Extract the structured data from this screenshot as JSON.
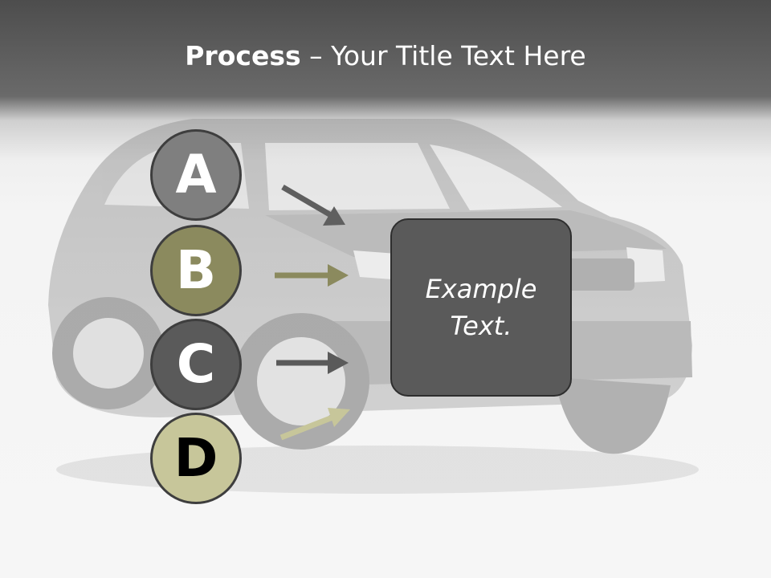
{
  "title": {
    "bold": "Process",
    "rest": " – Your Title Text Here"
  },
  "steps": [
    {
      "letter": "A",
      "fill": "#7f7f7f",
      "text_color": "#ffffff",
      "arrow_color": "#5f5f5f"
    },
    {
      "letter": "B",
      "fill": "#8b8a5e",
      "text_color": "#ffffff",
      "arrow_color": "#8b8a5e"
    },
    {
      "letter": "C",
      "fill": "#5a5a5a",
      "text_color": "#ffffff",
      "arrow_color": "#5a5a5a"
    },
    {
      "letter": "D",
      "fill": "#c7c69a",
      "text_color": "#000000",
      "arrow_color": "#c7c69a"
    }
  ],
  "text_box": {
    "line1": "Example",
    "line2": "Text."
  },
  "colors": {
    "header": "#4d4d4d",
    "background": "#f4f4f4",
    "box": "#5a5a5a"
  }
}
